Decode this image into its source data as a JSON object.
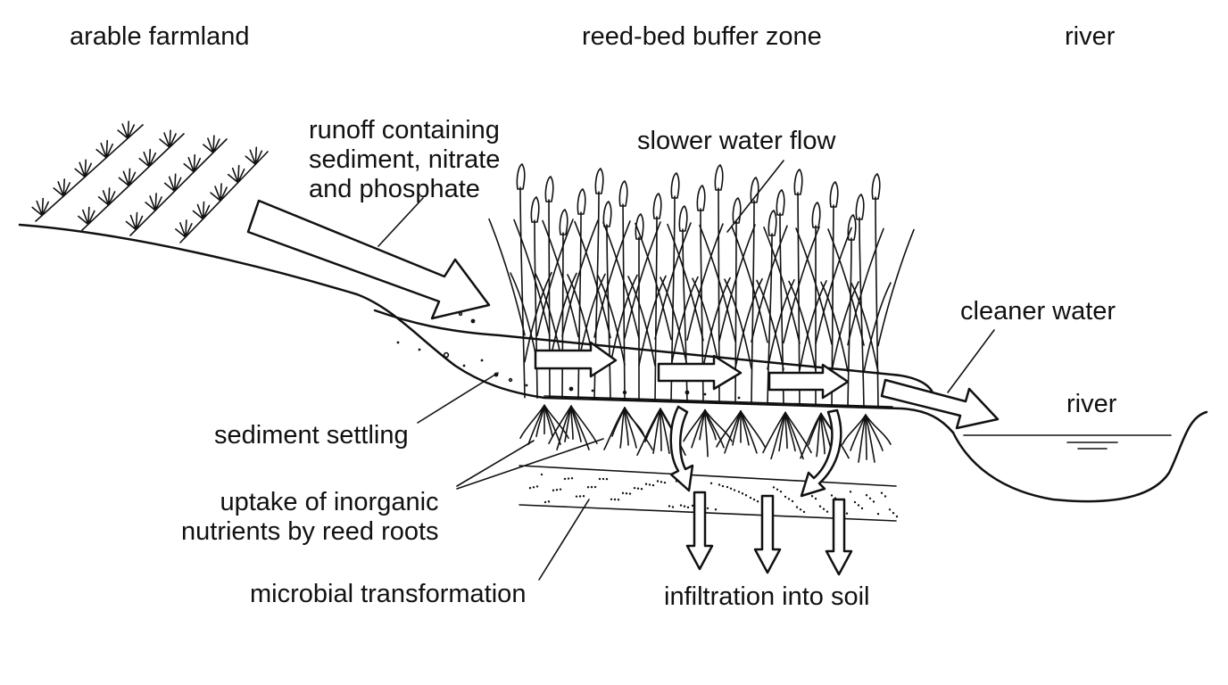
{
  "zone_headings": {
    "farmland": "arable farmland",
    "buffer": "reed-bed buffer zone",
    "river": "river"
  },
  "labels": {
    "runoff": "runoff containing\nsediment, nitrate\nand phosphate",
    "slower_flow": "slower water flow",
    "cleaner_water": "cleaner water",
    "river_label": "river",
    "sediment_settling": "sediment settling",
    "uptake": "uptake of inorganic\nnutrients by reed roots",
    "microbial": "microbial transformation",
    "infiltration": "infiltration into soil"
  },
  "colors": {
    "ink": "#111111",
    "background": "#ffffff"
  }
}
